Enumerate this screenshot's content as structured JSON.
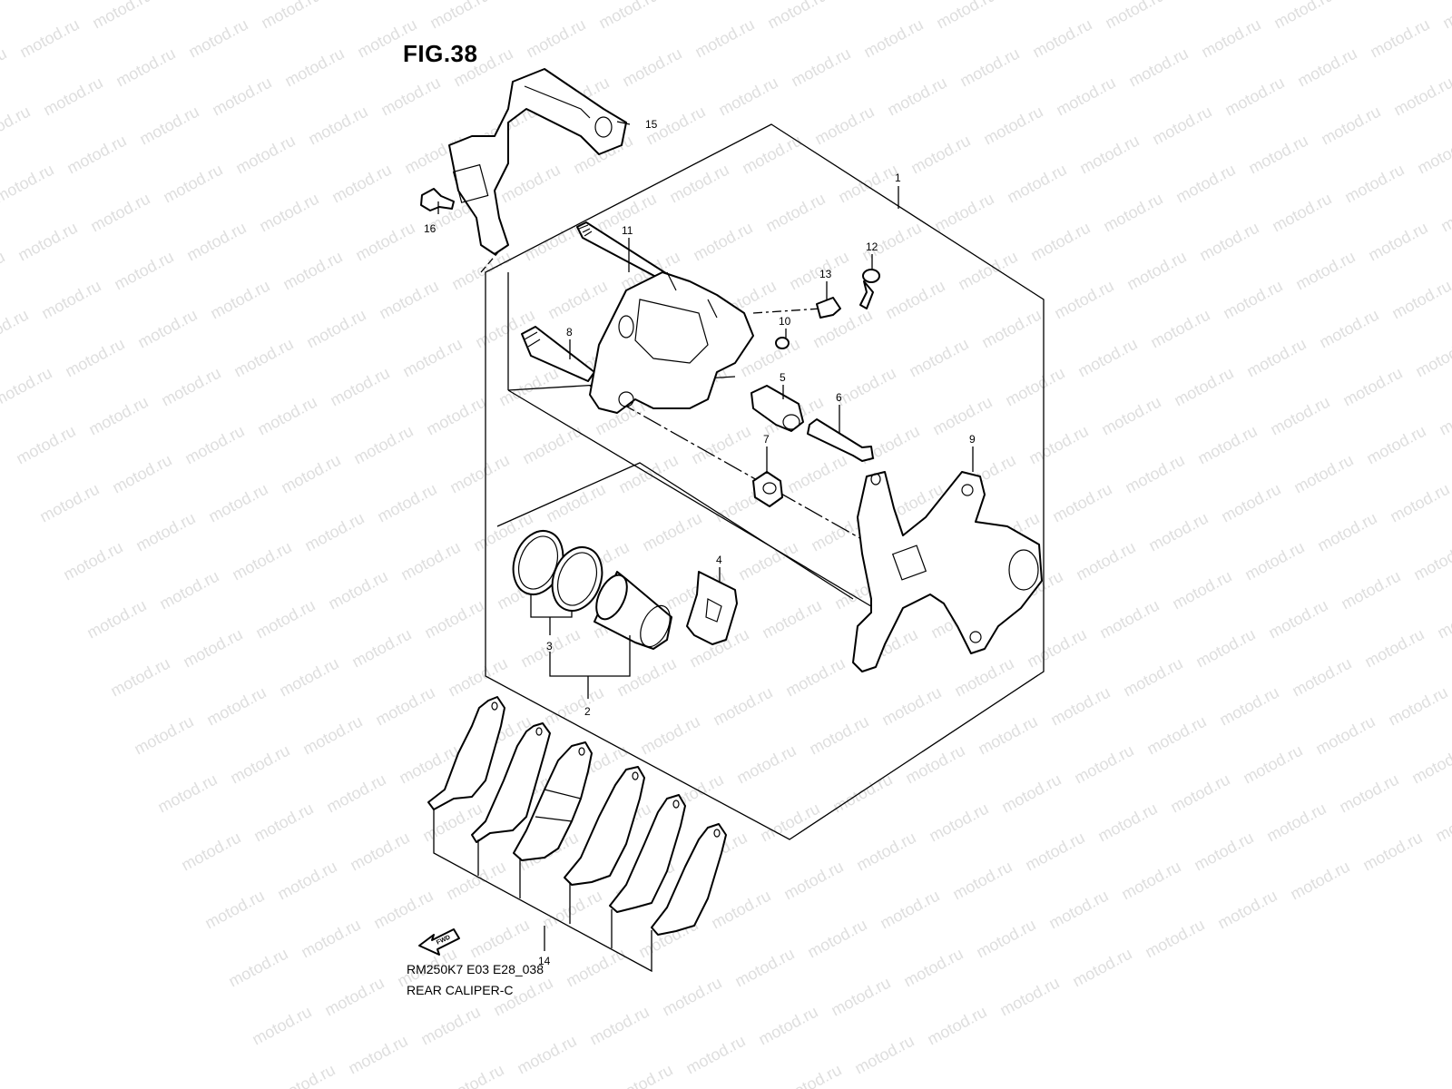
{
  "figure": {
    "title": "FIG.38",
    "code": "RM250K7 E03 E28_038",
    "name": "REAR CALIPER-C",
    "watermark": "motod.ru",
    "fwd_label": "FWD"
  },
  "callouts": [
    {
      "key": "p1",
      "label": "1"
    },
    {
      "key": "p2",
      "label": "2"
    },
    {
      "key": "p3",
      "label": "3"
    },
    {
      "key": "p4",
      "label": "4"
    },
    {
      "key": "p5",
      "label": "5"
    },
    {
      "key": "p6",
      "label": "6"
    },
    {
      "key": "p7",
      "label": "7"
    },
    {
      "key": "p8",
      "label": "8"
    },
    {
      "key": "p9",
      "label": "9"
    },
    {
      "key": "p10",
      "label": "10"
    },
    {
      "key": "p11",
      "label": "11"
    },
    {
      "key": "p12",
      "label": "12"
    },
    {
      "key": "p13",
      "label": "13"
    },
    {
      "key": "p14",
      "label": "14"
    },
    {
      "key": "p15",
      "label": "15"
    },
    {
      "key": "p16",
      "label": "16"
    }
  ]
}
